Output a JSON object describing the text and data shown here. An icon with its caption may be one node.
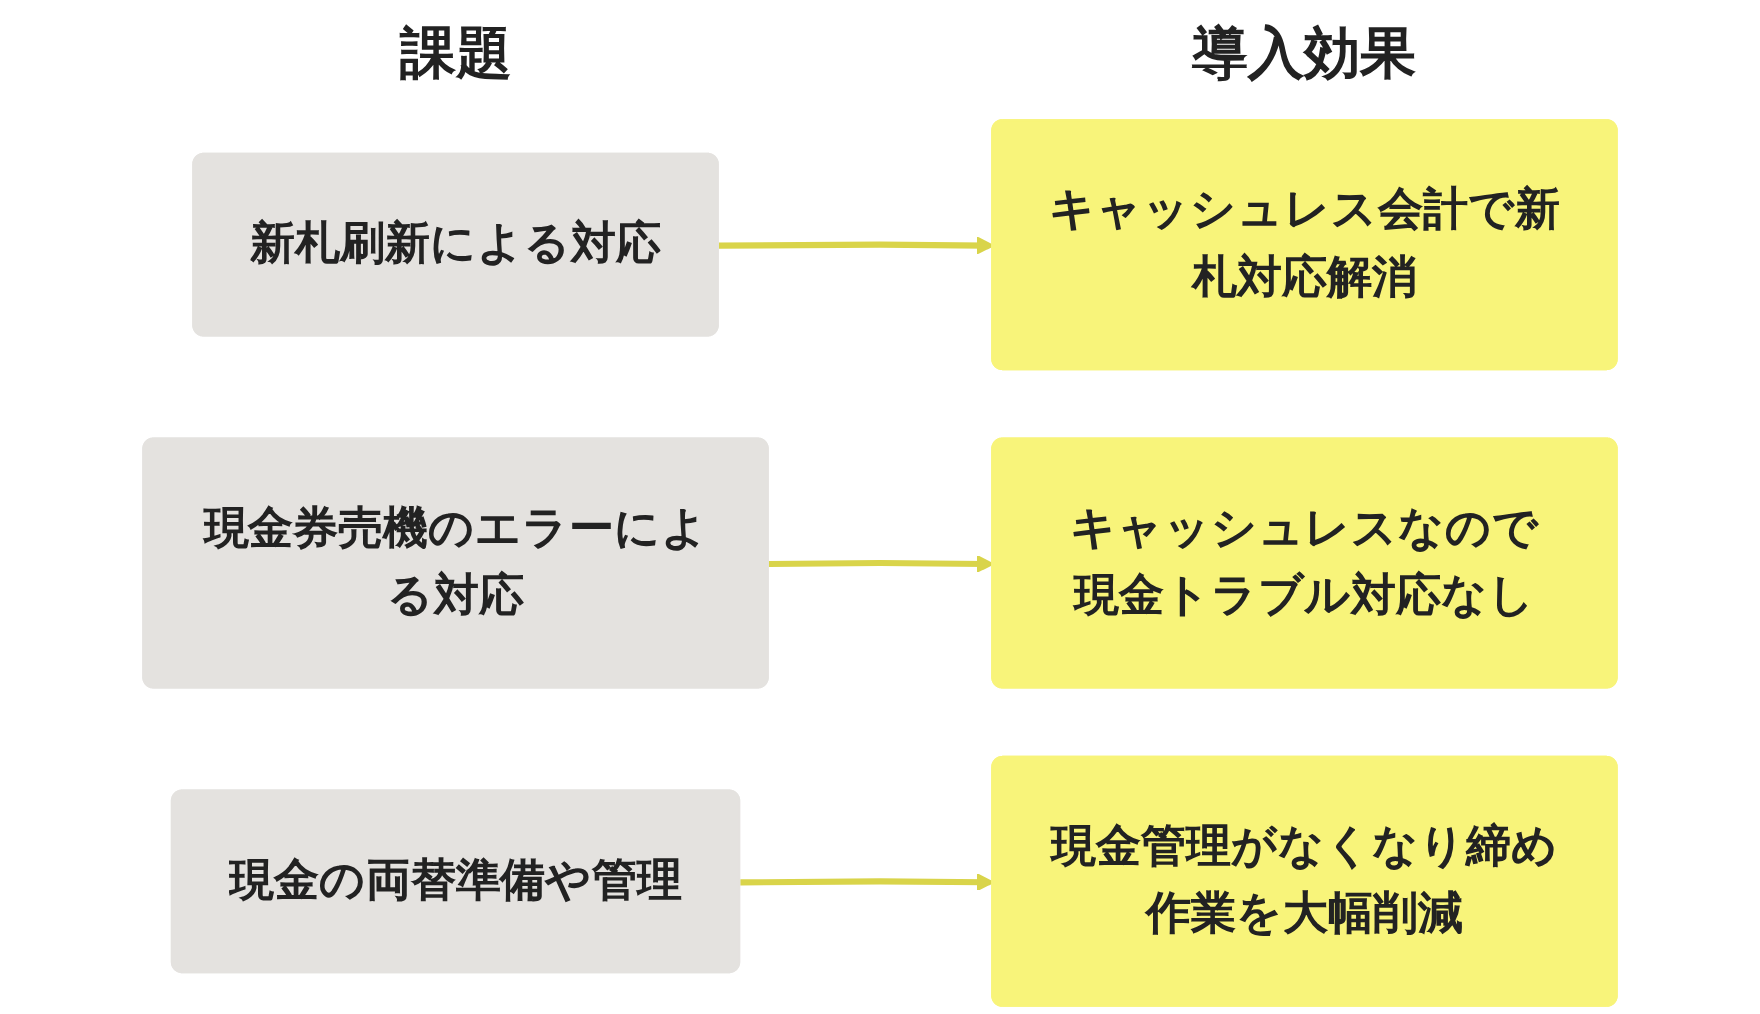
{
  "diagram": {
    "nodes": [
      {
        "text": [
          "新札刷新による対応"
        ]
      },
      {
        "text": [
          "キャッシュレス会計で新札対応解消"
        ]
      },
      {
        "text": [
          "現金券売機のエラーによる対応"
        ]
      },
      {
        "text": [
          "キャッシュレスなので現金トラブル対応なし"
        ]
      },
      {
        "text": [
          "現金の両替準備や管理"
        ]
      },
      {
        "text": [
          "現金管理がなくなり締め作業を大幅削減"
        ]
      }
    ],
    "edges": [
      {
        "from": 0,
        "to": 1,
        "arrow": "to"
      },
      {
        "from": 2,
        "to": 3,
        "arrow": "to"
      },
      {
        "from": 4,
        "to": 5,
        "arrow": "to"
      }
    ],
    "labels": [
      "課題",
      "導入効果"
    ]
  }
}
